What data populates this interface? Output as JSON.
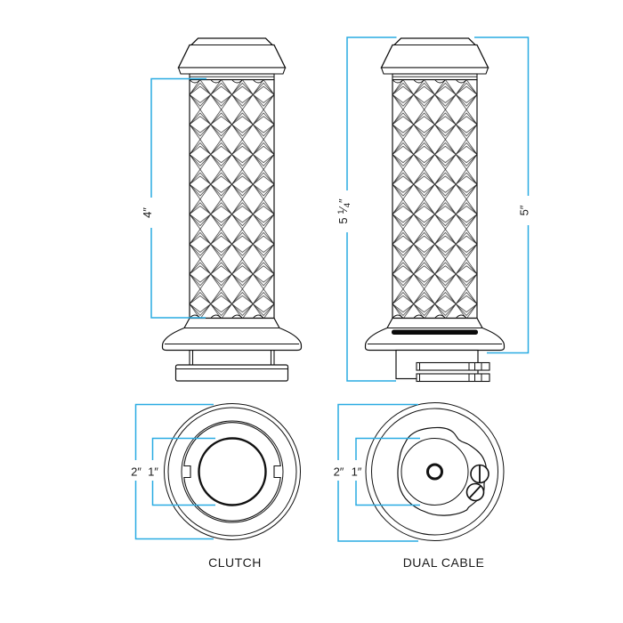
{
  "colors": {
    "dimension_line": "#29abe2",
    "outline": "#111111",
    "text": "#1a1a1a",
    "background": "#ffffff"
  },
  "side_views": {
    "left_grip": {
      "dim_knurl_length": {
        "label": "4″"
      }
    },
    "right_grip": {
      "dim_overall_length": {
        "whole": "5",
        "numerator": "1",
        "fraction_slash": "⁄",
        "denominator": "4",
        "unit": "″"
      },
      "dim_body_length": {
        "label": "5″"
      }
    }
  },
  "end_views": {
    "clutch": {
      "title": "CLUTCH",
      "dim_outer_diameter": "2″",
      "dim_inner_diameter": "1″"
    },
    "dual_cable": {
      "title": "DUAL CABLE",
      "dim_outer_diameter": "2″",
      "dim_inner_diameter": "1″"
    }
  }
}
